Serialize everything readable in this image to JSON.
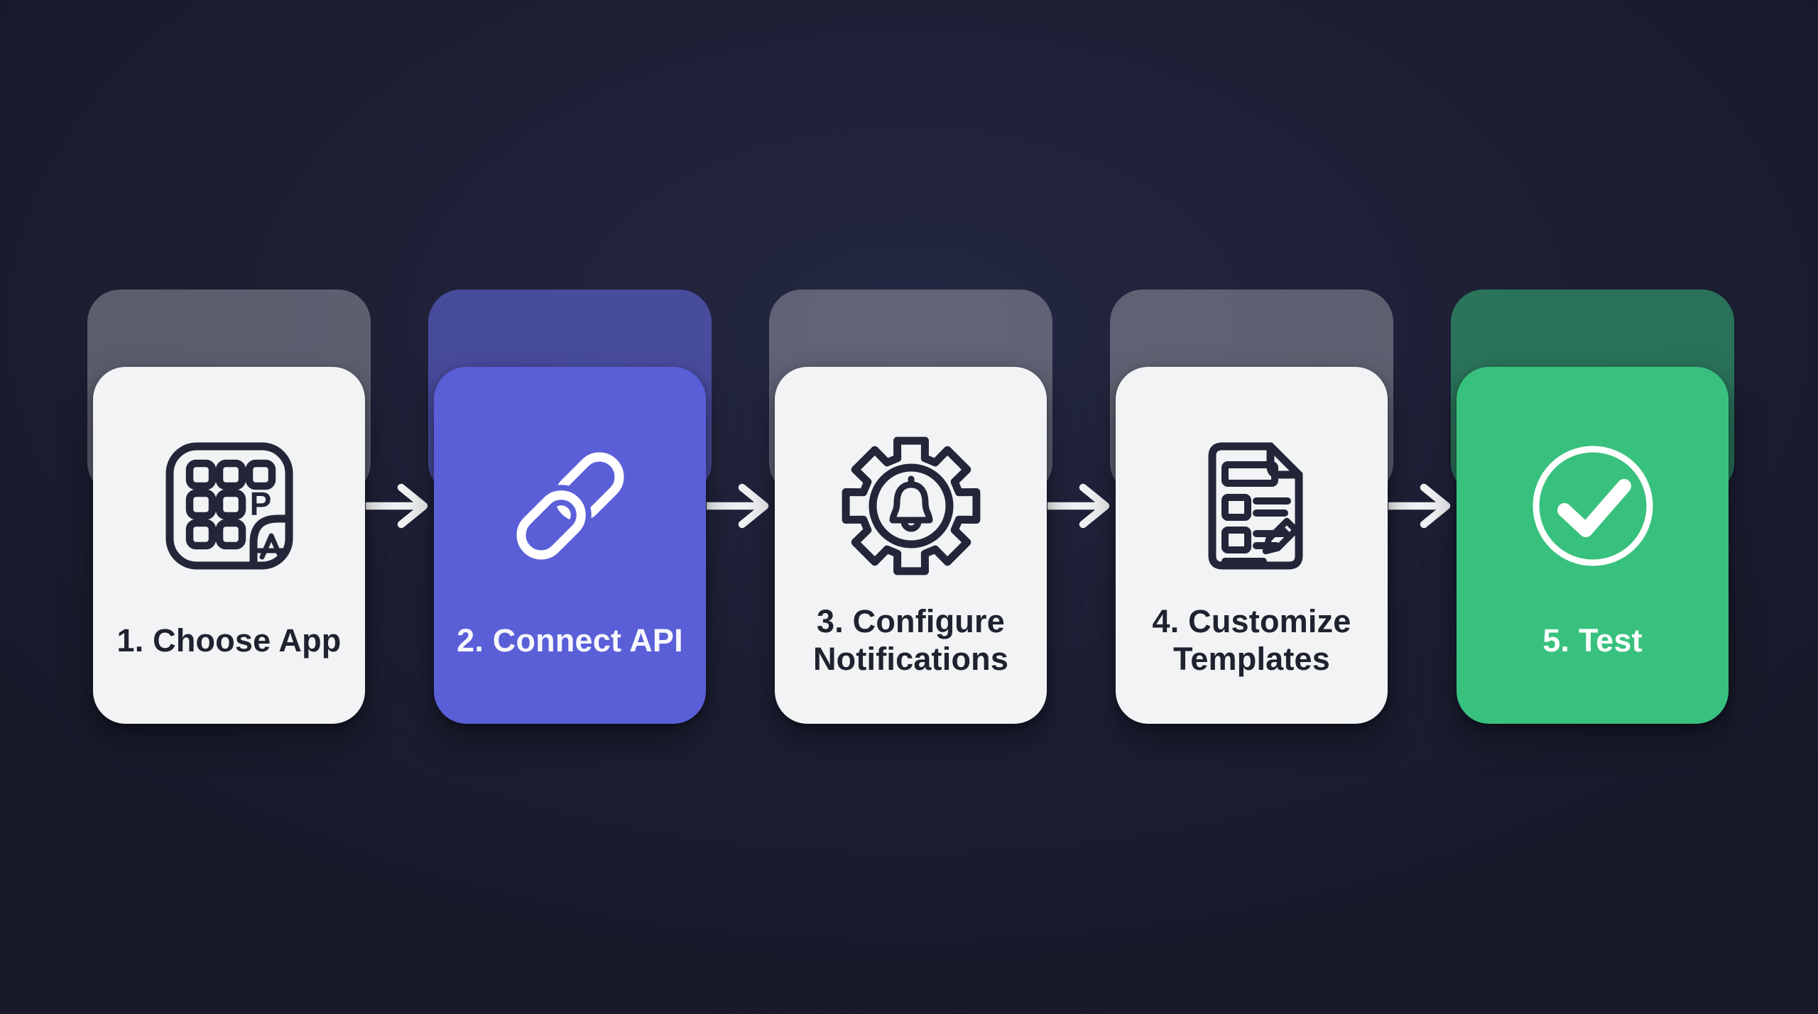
{
  "diagram": {
    "type": "process-flow",
    "background_color": "#1c1e33",
    "arrow_color": "#f2f3f5",
    "steps": [
      {
        "label": "1. Choose App",
        "icon": "app-grid-icon",
        "icon_letter": "P",
        "card_bg": "#f2f3f5",
        "ghost_bg": "rgba(242,243,245,0.30)",
        "text_color": "#20222f",
        "icon_color": "#232639"
      },
      {
        "label": "2. Connect API",
        "icon": "chain-link-icon",
        "card_bg": "#5a5fd8",
        "ghost_bg": "rgba(98,103,221,0.60)",
        "text_color": "#f7f8fc",
        "icon_color": "#ffffff"
      },
      {
        "label": "3. Configure Notifications",
        "icon": "gear-bell-icon",
        "card_bg": "#f2f3f5",
        "ghost_bg": "rgba(242,243,245,0.30)",
        "text_color": "#20222f",
        "icon_color": "#232639"
      },
      {
        "label": "4. Customize Templates",
        "icon": "document-edit-icon",
        "card_bg": "#f2f3f5",
        "ghost_bg": "rgba(242,243,245,0.30)",
        "text_color": "#20222f",
        "icon_color": "#232639"
      },
      {
        "label": "5. Test",
        "icon": "check-circle-icon",
        "card_bg": "#38c17e",
        "ghost_bg": "rgba(56,193,126,0.52)",
        "text_color": "#ffffff",
        "icon_color": "#ffffff"
      }
    ]
  }
}
